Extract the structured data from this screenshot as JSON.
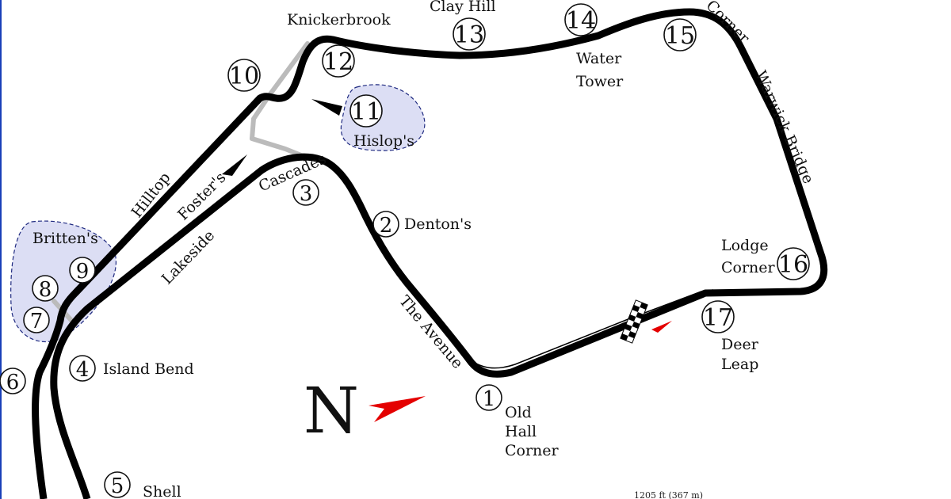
{
  "map": {
    "north_label": "N",
    "scale_text": "1205 ft (367 m)",
    "colors": {
      "track": "#000000",
      "old_track": "#bbbbbb",
      "zone_fill": "#d6d8f2",
      "zone_border": "#1f2a80",
      "arrow": "#e40000",
      "frame": "#1a3fb8"
    },
    "corners": [
      {
        "number": "1",
        "name_lines": [
          "Old",
          "Hall",
          "Corner"
        ]
      },
      {
        "number": "2",
        "name_lines": [
          "Denton's"
        ]
      },
      {
        "number": "3",
        "name_lines": [
          "Cascades"
        ]
      },
      {
        "number": "4",
        "name_lines": [
          "Island Bend"
        ]
      },
      {
        "number": "5",
        "name_lines": [
          "Shell"
        ]
      },
      {
        "number": "6",
        "name_lines": []
      },
      {
        "number": "7",
        "name_lines": []
      },
      {
        "number": "8",
        "name_lines": []
      },
      {
        "number": "9",
        "name_lines": []
      },
      {
        "number": "10",
        "name_lines": []
      },
      {
        "number": "11",
        "name_lines": [
          "Hislop's"
        ]
      },
      {
        "number": "12",
        "name_lines": [
          "Knickerbrook"
        ]
      },
      {
        "number": "13",
        "name_lines": [
          "Clay Hill"
        ]
      },
      {
        "number": "14",
        "name_lines": [
          "Water",
          "Tower"
        ]
      },
      {
        "number": "15",
        "name_lines": [
          "Corner"
        ]
      },
      {
        "number": "16",
        "name_lines": [
          "Lodge",
          "Corner"
        ]
      },
      {
        "number": "17",
        "name_lines": [
          "Deer",
          "Leap"
        ]
      }
    ],
    "zones": [
      {
        "name": "Britten's"
      }
    ],
    "straights": [
      {
        "name": "Hilltop"
      },
      {
        "name": "Foster's"
      },
      {
        "name": "Lakeside"
      },
      {
        "name": "The Avenue"
      },
      {
        "name": "Warwick Bridge"
      }
    ]
  }
}
